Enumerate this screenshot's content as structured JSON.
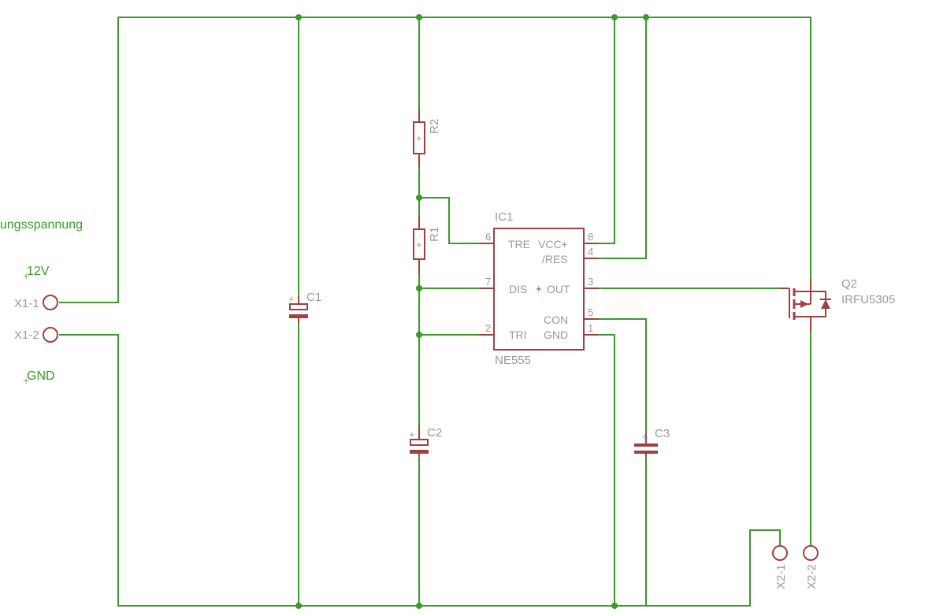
{
  "colors": {
    "wire": "#3a9a2a",
    "symbol": "#a04040",
    "label": "#9a9a9a",
    "background": "#ffffff"
  },
  "net_labels": {
    "supply": "ungsspannung",
    "v12": "12V",
    "gnd": "GND"
  },
  "connectors": {
    "x1_1": "X1-1",
    "x1_2": "X1-2",
    "x2_1": "X2-1",
    "x2_2": "X2-2"
  },
  "parts": {
    "c1": "C1",
    "c2": "C2",
    "c3": "C3",
    "r1": "R1",
    "r2": "R2",
    "ic1_name": "IC1",
    "ic1_value": "NE555",
    "q2_name": "Q2",
    "q2_value": "IRFU5305"
  },
  "ic_pins": {
    "tre": "TRE",
    "vcc": "VCC+",
    "res": "/RES",
    "dis": "DIS",
    "out": "OUT",
    "con": "CON",
    "tri": "TRI",
    "gnd": "GND",
    "p6": "6",
    "p8": "8",
    "p4": "4",
    "p7": "7",
    "p3": "3",
    "p5": "5",
    "p2": "2",
    "p1": "1"
  }
}
